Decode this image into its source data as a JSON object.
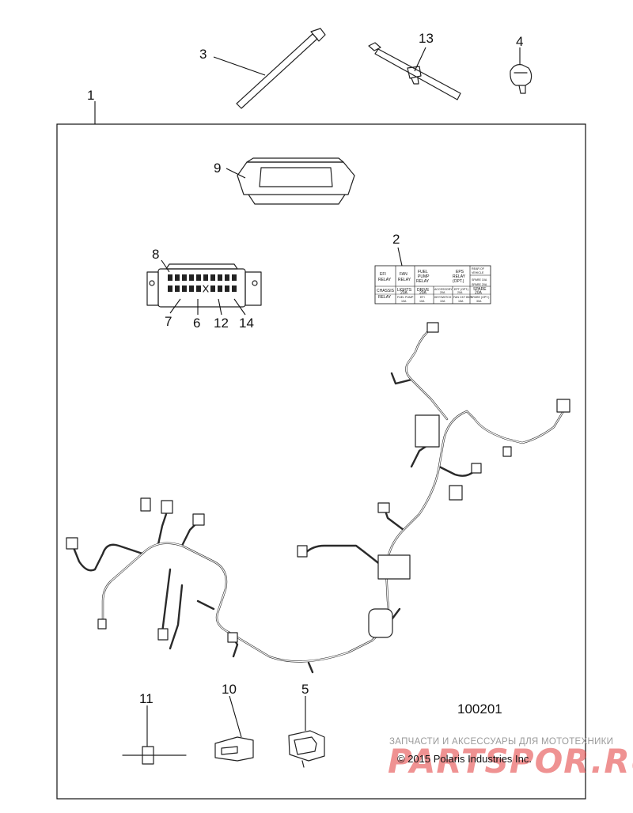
{
  "callouts": {
    "c1": "1",
    "c2": "2",
    "c3": "3",
    "c4": "4",
    "c5": "5",
    "c6": "6",
    "c7": "7",
    "c8": "8",
    "c9": "9",
    "c10": "10",
    "c11": "11",
    "c12": "12",
    "c13": "13",
    "c14": "14"
  },
  "figure_number": "100201",
  "fuse_label": {
    "efi_relay_1": "EFI",
    "efi_relay_2": "RELAY",
    "fan_relay_1": "FAN",
    "fan_relay_2": "RELAY",
    "fuel_pump_relay_1": "FUEL",
    "fuel_pump_relay_2": "PUMP",
    "fuel_pump_relay_3": "RELAY",
    "eps_relay_1": "EPS",
    "eps_relay_2": "RELAY",
    "eps_relay_3": "(OPT.)",
    "chassis_relay_1": "CHASSIS",
    "chassis_relay_2": "RELAY",
    "lights_1": "LIGHTS",
    "lights_2": "20A",
    "drive_1": "DRIVE",
    "drive_2": "20A",
    "accessory_1": "ACCESSORY",
    "accessory_2": "20A",
    "ept_1": "EPT (OPT.)",
    "ept_2": "20A",
    "spare20_1": "SPARE",
    "spare20_2": "20A",
    "fuel_pump_1": "FUEL PUMP",
    "fuel_pump_2": "10A",
    "efi_1": "EFI",
    "efi_2": "10A",
    "keyswitch_1": "KEYSWITCH",
    "keyswitch_2": "10A",
    "fan_ckt_1": "FAN CKT BKR",
    "fan_ckt_2": "15A",
    "spare_opt_1": "SPARE (OPT.)",
    "spare_opt_2": "30A",
    "rear_of_vehicle_1": "REAR OF",
    "rear_of_vehicle_2": "VEHICLE",
    "spare10": "SPARE 10A",
    "spare20b": "SPARE 20A"
  },
  "watermark": {
    "site_text": "ЗАПЧАСТИ И АКСЕССУАРЫ ДЛЯ МОТОТЕХНИКИ",
    "copyright": "© 2015 Polaris Industries Inc.",
    "brand": "PARTSPOR.RU"
  }
}
